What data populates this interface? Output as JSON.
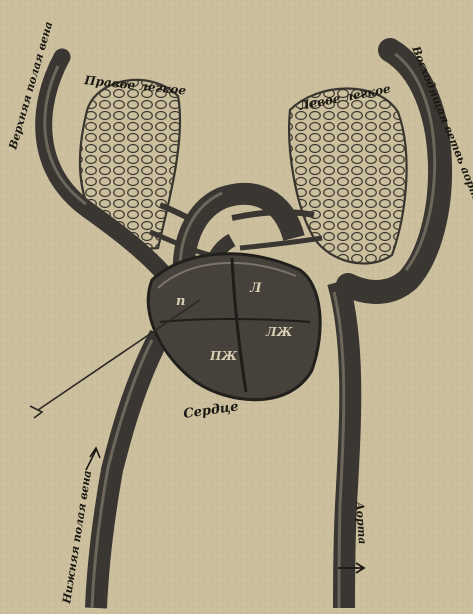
{
  "labels": {
    "superior_vena_cava": "Верхняя полая вена",
    "right_lung": "Правое легкое",
    "left_lung": "Левое легкое",
    "ascending_aorta": "Восходящая ветвь аорты",
    "heart": "Сердце",
    "inferior_vena_cava": "Нижняя полая вена",
    "aorta": "Аорта",
    "chamber_upper_left": "п",
    "chamber_upper_right": "Л",
    "chamber_lower_left": "ПЖ",
    "chamber_lower_right": "ЛЖ"
  },
  "colors": {
    "paper": "#cbbf9e",
    "ink": "#1b1812",
    "vessel": "#3a3631",
    "vessel_highlight": "#6c665b",
    "heart_fill": "#46413a"
  }
}
